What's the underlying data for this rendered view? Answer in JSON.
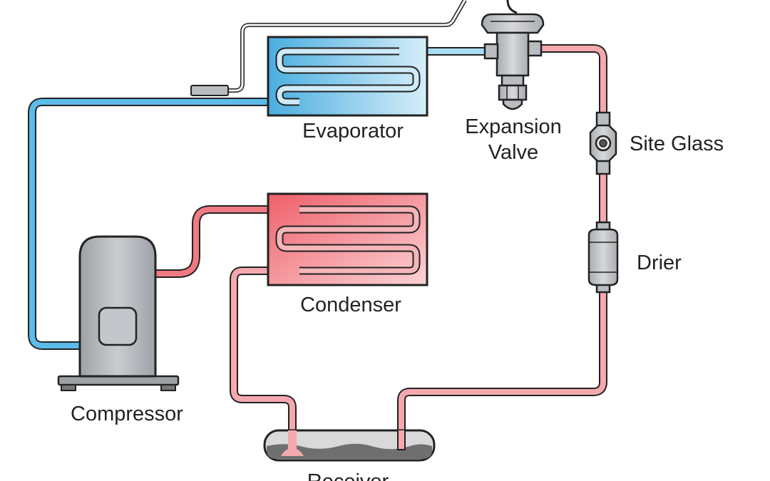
{
  "labels": {
    "evaporator": "Evaporator",
    "expansion_valve_line1": "Expansion",
    "expansion_valve_line2": "Valve",
    "site_glass": "Site Glass",
    "drier": "Drier",
    "condenser": "Condenser",
    "compressor": "Compressor",
    "receiver": "Receiver"
  },
  "colors": {
    "cold_line": "#5bbcea",
    "hot_line": "#f07a82",
    "warm_liquid_line": "#f4a9ae",
    "evaporator_fill": "#5ab8e6",
    "condenser_fill": "#ef6b73",
    "metal_gray": "#b9bcc0",
    "outline": "#222222"
  }
}
